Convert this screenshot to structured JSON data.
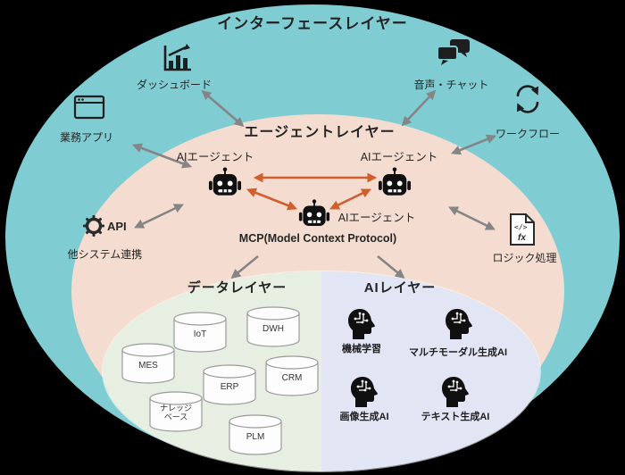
{
  "diagram": {
    "title": "インターフェースレイヤー",
    "interface_layer": {
      "dashboard": "ダッシュボード",
      "business_app": "業務アプリ",
      "voice_chat": "音声・チャット",
      "workflow": "ワークフロー",
      "api": "API",
      "api_sub": "他システム連携",
      "logic": "ロジック処理"
    },
    "agent_layer": {
      "title": "エージェントレイヤー",
      "agent1": "AIエージェント",
      "agent2": "AIエージェント",
      "agent3": "AIエージェント",
      "protocol": "MCP(Model Context Protocol)"
    },
    "data_layer": {
      "title": "データレイヤー",
      "db1": "IoT",
      "db2": "DWH",
      "db3": "MES",
      "db4": "ERP",
      "db5": "CRM",
      "db6": "ナレッジ\nベース",
      "db7": "PLM"
    },
    "ai_layer": {
      "title": "AIレイヤー",
      "item1": "機械学習",
      "item2": "マルチモーダル生成AI",
      "item3": "画像生成AI",
      "item4": "テキスト生成AI"
    },
    "colors": {
      "interface_bg": "#7fccd3",
      "agent_bg": "#f4ddd0",
      "data_bg": "#e6efe2",
      "ai_bg": "#e1e5f4",
      "agent_link": "#cf5f2c",
      "connector": "#858585",
      "background": "#000000"
    }
  }
}
